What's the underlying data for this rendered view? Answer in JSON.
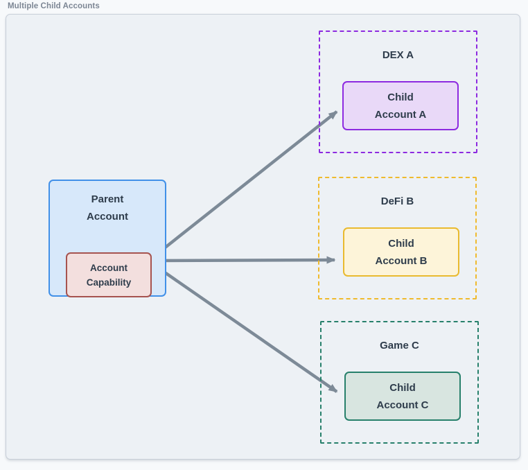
{
  "page": {
    "title": "Multiple Child Accounts"
  },
  "diagram": {
    "parent": {
      "name_line1": "Parent",
      "name_line2": "Account",
      "capability_line1": "Account",
      "capability_line2": "Capability"
    },
    "groups": [
      {
        "label": "DEX A",
        "child_line1": "Child",
        "child_line2": "Account A",
        "accent": "#8d2ae0",
        "fill": "#e9d9f8"
      },
      {
        "label": "DeFi B",
        "child_line1": "Child",
        "child_line2": "Account B",
        "accent": "#e9ba2f",
        "fill": "#fdf4d9"
      },
      {
        "label": "Game C",
        "child_line1": "Child",
        "child_line2": "Account C",
        "accent": "#27806b",
        "fill": "#d8e5e0"
      }
    ],
    "colors": {
      "canvas_background": "#edf1f5",
      "canvas_border": "#c7ced8",
      "parent_fill": "#d7e8fa",
      "parent_border": "#4190e8",
      "capability_fill": "#f3dfde",
      "capability_border": "#a6534f",
      "arrow": "#7d8a97",
      "text": "#2e3c4b",
      "title_text": "#7c8694"
    }
  }
}
